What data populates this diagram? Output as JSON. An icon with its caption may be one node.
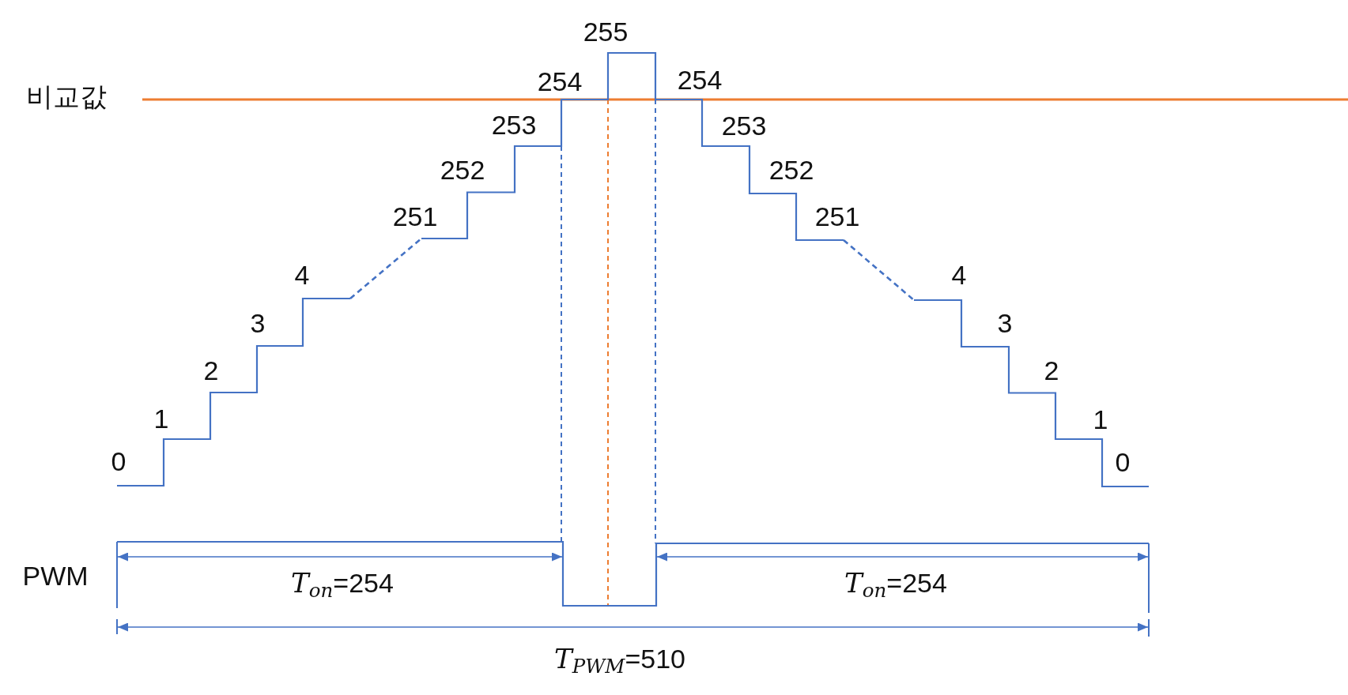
{
  "diagram": {
    "labels": [
      "255",
      "비교값",
      "254",
      "254",
      "253",
      "253",
      "252",
      "252",
      "251",
      "251",
      "4",
      "4",
      "3",
      "3",
      "2",
      "2",
      "1",
      "1",
      "0",
      "0",
      "PWM",
      "*T*$_{on}$=254",
      "*T*$_{on}$=254",
      "*T*$_{PWM}$=510"
    ]
  }
}
